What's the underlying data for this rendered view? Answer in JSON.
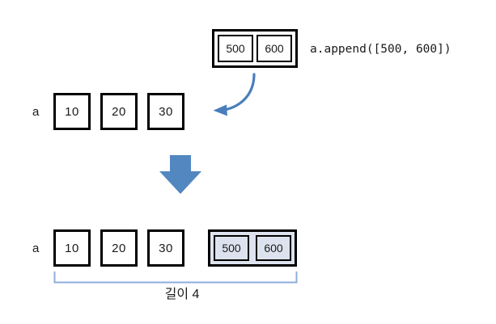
{
  "diagram": {
    "title": "list append of a two-element list",
    "colors": {
      "arrow_blue": "#4A7EBB",
      "block_arrow_blue": "#5287C0",
      "bracket_blue": "#8FAEDB",
      "highlight_fill": "#DCE3EE",
      "border_black": "#000000",
      "text": "#1A1A1A"
    },
    "appended_pair": {
      "name": "appended-list",
      "values": [
        "500",
        "600"
      ]
    },
    "code_annotation": "a.append([500, 600])",
    "before": {
      "var_label": "a",
      "cells": [
        "10",
        "20",
        "30"
      ]
    },
    "after": {
      "var_label": "a",
      "cells": [
        "10",
        "20",
        "30"
      ],
      "appended": [
        "500",
        "600"
      ]
    },
    "length_caption": "길이 4",
    "icons": {
      "curved_arrow": "curved-arrow-icon",
      "down_block_arrow": "down-block-arrow-icon",
      "length_bracket": "length-bracket-icon"
    }
  }
}
